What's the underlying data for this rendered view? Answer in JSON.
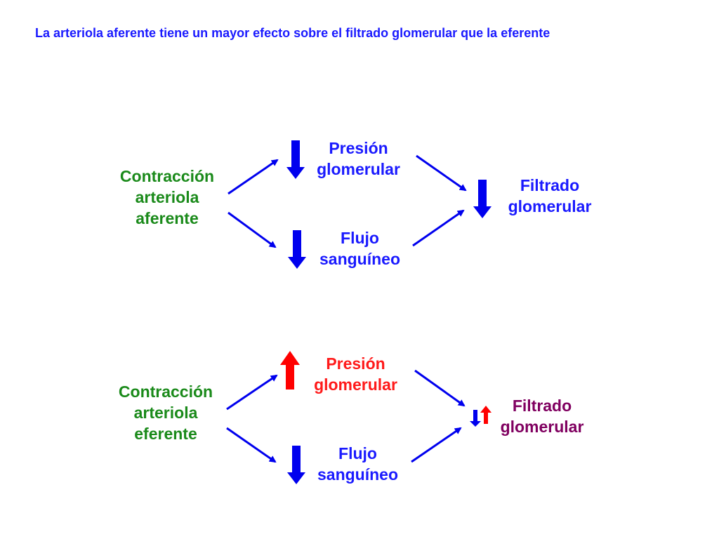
{
  "title": "La arteriola aferente tiene un mayor efecto sobre el filtrado glomerular que la eferente",
  "colors": {
    "blue": "#1a1aff",
    "green": "#1a8a1a",
    "red": "#ff1a1a",
    "purple": "#800060",
    "arrow_blue": "#0000ee",
    "arrow_red": "#ff0000"
  },
  "top": {
    "cause": [
      "Contracción",
      "arteriola",
      "aferente"
    ],
    "pressure": [
      "Presión",
      "glomerular"
    ],
    "pressure_direction": "down",
    "flow": [
      "Flujo",
      "sanguíneo"
    ],
    "flow_direction": "down",
    "result": [
      "Filtrado",
      "glomerular"
    ],
    "result_direction": "down"
  },
  "bottom": {
    "cause": [
      "Contracción",
      "arteriola",
      "eferente"
    ],
    "pressure": [
      "Presión",
      "glomerular"
    ],
    "pressure_direction": "up",
    "flow": [
      "Flujo",
      "sanguíneo"
    ],
    "flow_direction": "down",
    "result": [
      "Filtrado",
      "glomerular"
    ],
    "result_direction": "down-up"
  }
}
